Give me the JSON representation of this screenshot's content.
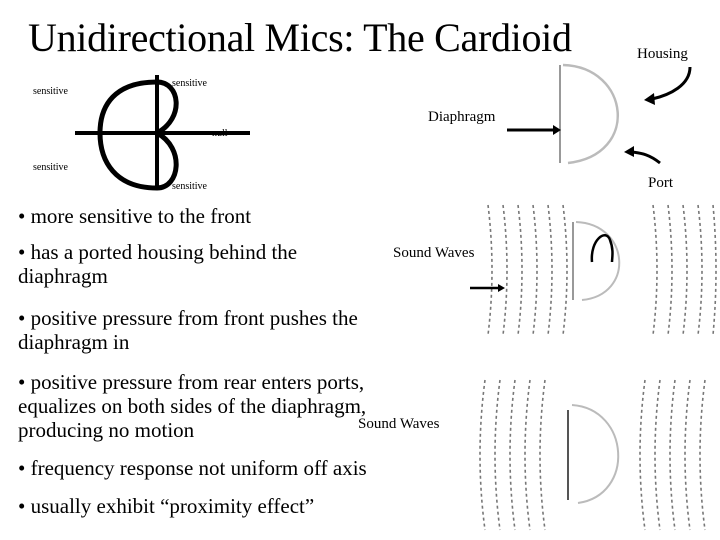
{
  "slide": {
    "title": "Unidirectional Mics: The Cardioid",
    "housing_label": "Housing"
  },
  "polar_diagram": {
    "label_left_top": "sensitive",
    "label_top": "sensitive",
    "label_null": "null",
    "label_left_bottom": "sensitive",
    "label_bottom": "sensitive"
  },
  "mic_diagram": {
    "diaphragm_label": "Diaphragm",
    "port_label": "Port"
  },
  "wave_diagrams": {
    "front_label": "Sound Waves",
    "rear_label": "Sound Waves"
  },
  "bullets": [
    "• more sensitive to the front",
    "• has a ported housing behind the diaphragm",
    "• positive pressure from front pushes the diaphragm in",
    "• positive pressure from rear enters ports, equalizes on both sides of the diaphragm, producing no motion",
    "• frequency response not uniform off axis",
    "• usually exhibit “proximity effect”"
  ]
}
